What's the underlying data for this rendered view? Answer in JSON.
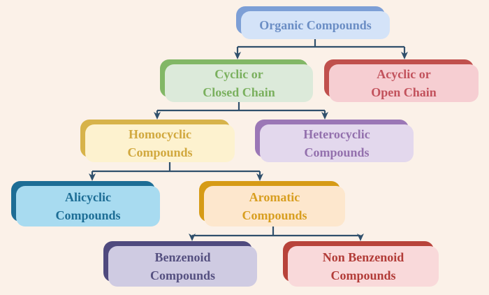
{
  "palette": {
    "background": "#fbf1e8",
    "connector": "#30506c"
  },
  "nodes": [
    {
      "id": "organic",
      "label": "Organic Compounds",
      "fill": "#d4e3f8",
      "accent": "#7d9fd6",
      "text_color": "#6a8dc4"
    },
    {
      "id": "cyclic",
      "label": "Cyclic or\nClosed Chain",
      "fill": "#dceada",
      "accent": "#82b766",
      "text_color": "#7ab05e"
    },
    {
      "id": "acyclic",
      "label": "Acyclic or\nOpen Chain",
      "fill": "#f6ced2",
      "accent": "#c0504d",
      "text_color": "#c2525c"
    },
    {
      "id": "homocyclic",
      "label": "Homocyclic\nCompounds",
      "fill": "#fdf2cf",
      "accent": "#d7b34a",
      "text_color": "#d1a83e"
    },
    {
      "id": "heterocyclic",
      "label": "Heterocyclic\nCompounds",
      "fill": "#e3d8ed",
      "accent": "#9b77b6",
      "text_color": "#9370ad"
    },
    {
      "id": "alicyclic",
      "label": "Alicyclic\nCompounds",
      "fill": "#a8dbf0",
      "accent": "#1d6d95",
      "text_color": "#1d6d95"
    },
    {
      "id": "aromatic",
      "label": "Aromatic\nCompounds",
      "fill": "#fde7cd",
      "accent": "#d69b16",
      "text_color": "#d89e1f"
    },
    {
      "id": "benzenoid",
      "label": "Benzenoid\nCompounds",
      "fill": "#cfcbe2",
      "accent": "#4f4a7e",
      "text_color": "#555080"
    },
    {
      "id": "non_benzenoid",
      "label": "Non Benzenoid\nCompounds",
      "fill": "#f9d9da",
      "accent": "#b8433a",
      "text_color": "#b23c38"
    }
  ],
  "edges": [
    {
      "from": "organic",
      "to": [
        "cyclic",
        "acyclic"
      ]
    },
    {
      "from": "cyclic",
      "to": [
        "homocyclic",
        "heterocyclic"
      ]
    },
    {
      "from": "homocyclic",
      "to": [
        "alicyclic",
        "aromatic"
      ]
    },
    {
      "from": "aromatic",
      "to": [
        "benzenoid",
        "non_benzenoid"
      ]
    }
  ]
}
